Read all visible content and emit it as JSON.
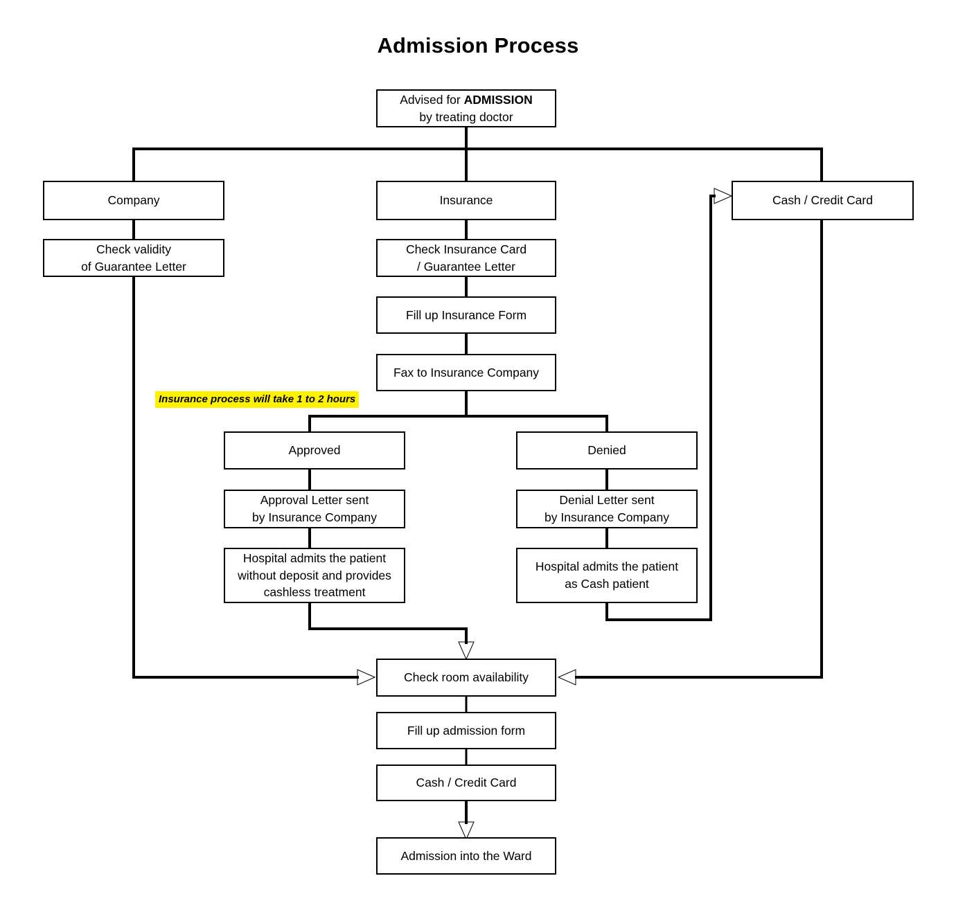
{
  "title": "Admission Process",
  "note": {
    "text": "Insurance process will take 1 to 2 hours",
    "highlight_color": "#FFF200"
  },
  "colors": {
    "stroke": "#000000",
    "node_fill": "#FFFFFF",
    "background": "#FFFFFF",
    "highlight": "#FFF200"
  },
  "nodes": {
    "start": {
      "line1": "Advised for ",
      "emphasis": "ADMISSION",
      "line2": "by treating doctor"
    },
    "company": {
      "label": "Company"
    },
    "company_check": {
      "line1": "Check validity",
      "line2": "of Guarantee Letter"
    },
    "insurance": {
      "label": "Insurance"
    },
    "insurance_check": {
      "line1": "Check Insurance Card",
      "line2": "/ Guarantee Letter"
    },
    "insurance_form": {
      "label": "Fill up Insurance Form"
    },
    "insurance_fax": {
      "label": "Fax to Insurance Company"
    },
    "cash_credit_top": {
      "label": "Cash / Credit Card"
    },
    "approved": {
      "label": "Approved"
    },
    "approval_letter": {
      "line1": "Approval Letter sent",
      "line2": "by Insurance Company"
    },
    "approved_admit": {
      "line1": "Hospital admits the patient",
      "line2": "without deposit and provides",
      "line3": "cashless treatment"
    },
    "denied": {
      "label": "Denied"
    },
    "denial_letter": {
      "line1": "Denial Letter sent",
      "line2": "by Insurance Company"
    },
    "denied_admit": {
      "line1": "Hospital admits the patient",
      "line2": "as Cash patient"
    },
    "check_room": {
      "label": "Check room availability"
    },
    "admission_form": {
      "label": "Fill up admission form"
    },
    "cash_credit_bottom": {
      "label": "Cash / Credit Card"
    },
    "ward": {
      "label": "Admission into the Ward"
    }
  },
  "chart_data": {
    "type": "flowchart",
    "title": "Admission Process",
    "orientation": "top-down",
    "steps": [
      "Advised for ADMISSION by treating doctor",
      "Company",
      "Check validity of Guarantee Letter",
      "Insurance",
      "Check Insurance Card / Guarantee Letter",
      "Fill up Insurance Form",
      "Fax to Insurance Company",
      "Cash / Credit Card",
      "Approved",
      "Approval Letter sent by Insurance Company",
      "Hospital admits the patient without deposit and provides cashless treatment",
      "Denied",
      "Denial Letter sent by Insurance Company",
      "Hospital admits the patient as Cash patient",
      "Check room availability",
      "Fill up admission form",
      "Cash / Credit Card",
      "Admission into the Ward"
    ],
    "edges": [
      {
        "from": "Advised for ADMISSION by treating doctor",
        "to": "Company"
      },
      {
        "from": "Advised for ADMISSION by treating doctor",
        "to": "Insurance"
      },
      {
        "from": "Advised for ADMISSION by treating doctor",
        "to": "Cash / Credit Card"
      },
      {
        "from": "Company",
        "to": "Check validity of Guarantee Letter"
      },
      {
        "from": "Check validity of Guarantee Letter",
        "to": "Check room availability",
        "arrow": true
      },
      {
        "from": "Insurance",
        "to": "Check Insurance Card / Guarantee Letter"
      },
      {
        "from": "Check Insurance Card / Guarantee Letter",
        "to": "Fill up Insurance Form"
      },
      {
        "from": "Fill up Insurance Form",
        "to": "Fax to Insurance Company"
      },
      {
        "from": "Fax to Insurance Company",
        "to": "Approved"
      },
      {
        "from": "Fax to Insurance Company",
        "to": "Denied"
      },
      {
        "from": "Approved",
        "to": "Approval Letter sent by Insurance Company"
      },
      {
        "from": "Approval Letter sent by Insurance Company",
        "to": "Hospital admits the patient without deposit and provides cashless treatment"
      },
      {
        "from": "Hospital admits the patient without deposit and provides cashless treatment",
        "to": "Check room availability",
        "arrow": true
      },
      {
        "from": "Denied",
        "to": "Denial Letter sent by Insurance Company"
      },
      {
        "from": "Denial Letter sent by Insurance Company",
        "to": "Hospital admits the patient as Cash patient"
      },
      {
        "from": "Hospital admits the patient as Cash patient",
        "to": "Cash / Credit Card",
        "arrow": true
      },
      {
        "from": "Cash / Credit Card",
        "to": "Check room availability",
        "arrow": true
      },
      {
        "from": "Check room availability",
        "to": "Fill up admission form"
      },
      {
        "from": "Fill up admission form",
        "to": "Cash / Credit Card"
      },
      {
        "from": "Cash / Credit Card",
        "to": "Admission into the Ward",
        "arrow": true
      }
    ],
    "annotations": [
      {
        "text": "Insurance process will take 1 to 2 hours",
        "style": "bold-italic",
        "highlight": "#FFF200"
      }
    ]
  }
}
